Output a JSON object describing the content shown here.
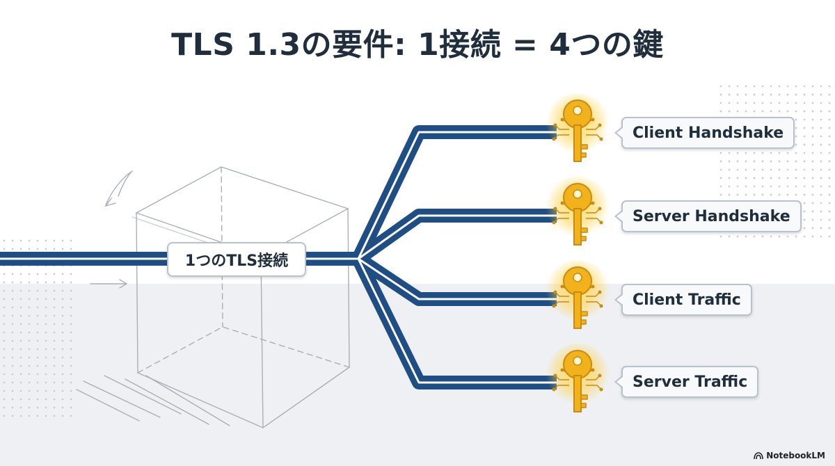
{
  "title": "TLS 1.3の要件: 1接続 = 4つの鍵",
  "connection_label": "1つのTLS接続",
  "keys": [
    {
      "label": "Client Handshake"
    },
    {
      "label": "Server Handshake"
    },
    {
      "label": "Client Traffic"
    },
    {
      "label": "Server Traffic"
    }
  ],
  "brand": "NotebookLM",
  "colors": {
    "line": "#1f4e85",
    "key": "#f2b21b",
    "glow": "#ffd24a",
    "text": "#1f2d3d"
  }
}
